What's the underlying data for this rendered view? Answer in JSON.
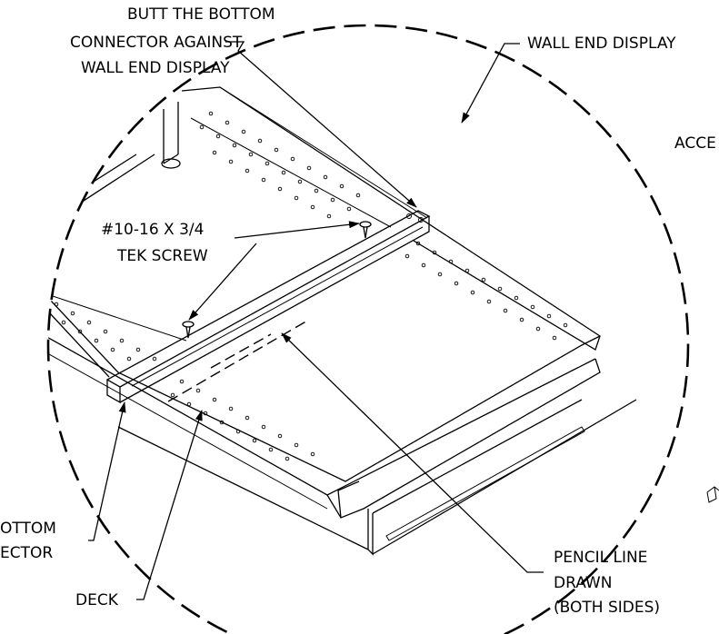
{
  "callouts": {
    "butt_line1": "BUTT THE BOTTOM",
    "butt_line2": "CONNECTOR AGAINST",
    "butt_line3": "WALL END DISPLAY",
    "wall_end_display": "WALL END DISPLAY",
    "acce_partial": "ACCE",
    "screw_line1": "#10-16 X 3/4",
    "screw_line2": "TEK SCREW",
    "bottom_partial": "OTTOM",
    "ector_partial": "ECTOR",
    "pencil_line1": "PENCIL LINE",
    "pencil_line2": "DRAWN",
    "pencil_line3": "(BOTH SIDES)",
    "deck": "DECK"
  }
}
